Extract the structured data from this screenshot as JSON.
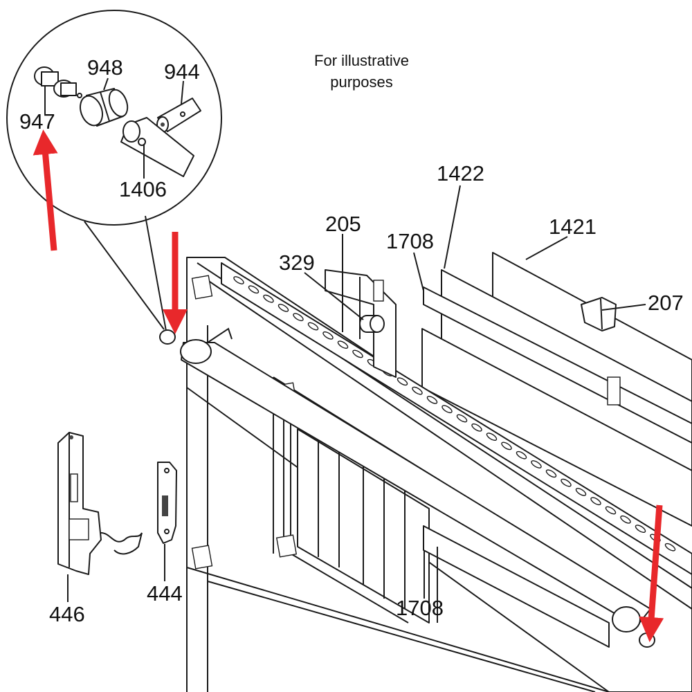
{
  "note_line1": "For illustrative",
  "note_line2": "purposes",
  "callouts": {
    "p947": "947",
    "p948": "948",
    "p944": "944",
    "p1406": "1406",
    "p205": "205",
    "p329": "329",
    "p1708_top": "1708",
    "p1422": "1422",
    "p1421": "1421",
    "p207": "207",
    "p446": "446",
    "p444": "444",
    "p1708_bottom": "1708"
  },
  "colors": {
    "arrow": "#e8282b",
    "line": "#1a1a1a",
    "background": "#ffffff"
  },
  "arrows": [
    "arrow-to-947",
    "arrow-to-left-hinge-end",
    "arrow-to-right-hinge-end"
  ]
}
